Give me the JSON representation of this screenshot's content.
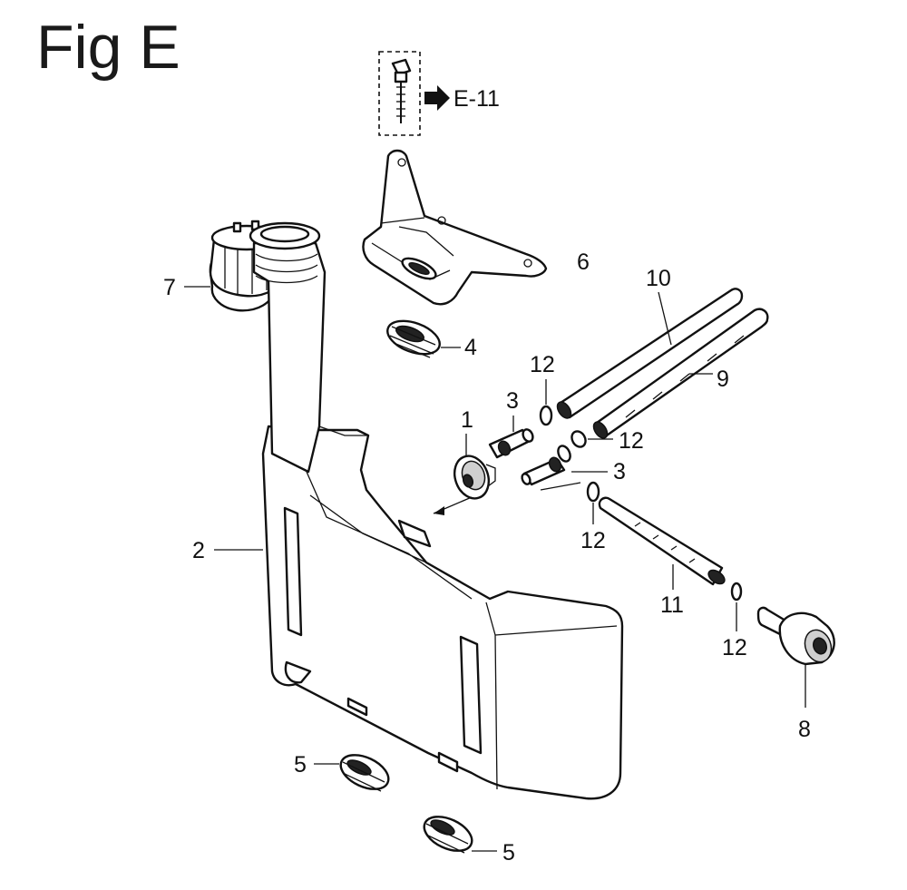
{
  "figure": {
    "title": "Fig E",
    "reference": "E-11"
  },
  "callouts": [
    {
      "id": "c1",
      "text": "1"
    },
    {
      "id": "c2",
      "text": "2"
    },
    {
      "id": "c3a",
      "text": "3"
    },
    {
      "id": "c3b",
      "text": "3"
    },
    {
      "id": "c4",
      "text": "4"
    },
    {
      "id": "c5a",
      "text": "5"
    },
    {
      "id": "c5b",
      "text": "5"
    },
    {
      "id": "c6",
      "text": "6"
    },
    {
      "id": "c7",
      "text": "7"
    },
    {
      "id": "c8",
      "text": "8"
    },
    {
      "id": "c9",
      "text": "9"
    },
    {
      "id": "c10",
      "text": "10"
    },
    {
      "id": "c11",
      "text": "11"
    },
    {
      "id": "c12a",
      "text": "12"
    },
    {
      "id": "c12b",
      "text": "12"
    },
    {
      "id": "c12c",
      "text": "12"
    },
    {
      "id": "c12d",
      "text": "12"
    }
  ]
}
